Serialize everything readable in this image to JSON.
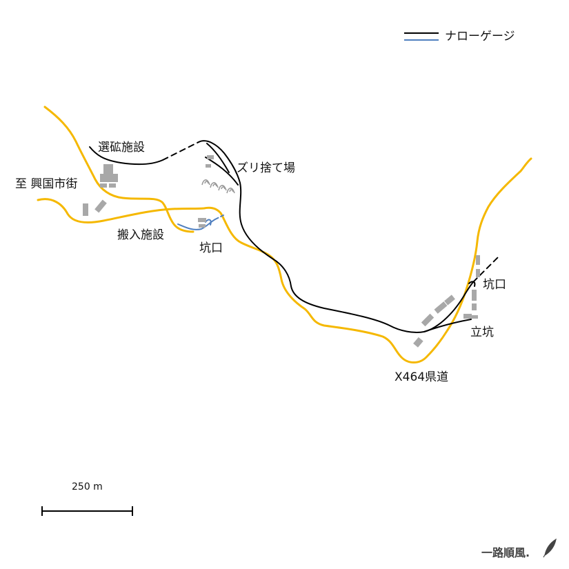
{
  "legend": {
    "narrow_gauge_label": "ナローゲージ",
    "black_line_color": "#000000",
    "blue_line_color": "#4f7fbf"
  },
  "colors": {
    "road": "#f5b800",
    "building": "#a8a8a8",
    "rail": "#000000",
    "rail_blue": "#4f7fbf"
  },
  "labels": {
    "sorting_facility": "選砿施設",
    "waste_dump": "ズリ捨て場",
    "to_city": "至 興国市街",
    "carry_in_facility": "搬入施設",
    "adit_west": "坑口",
    "adit_east": "坑口",
    "vertical_shaft": "立坑",
    "prefectural_road": "X464県道"
  },
  "scale": {
    "label": "250 m",
    "meters": 250
  },
  "brand": {
    "text": "一路順風.",
    "icon": "feather-icon"
  }
}
